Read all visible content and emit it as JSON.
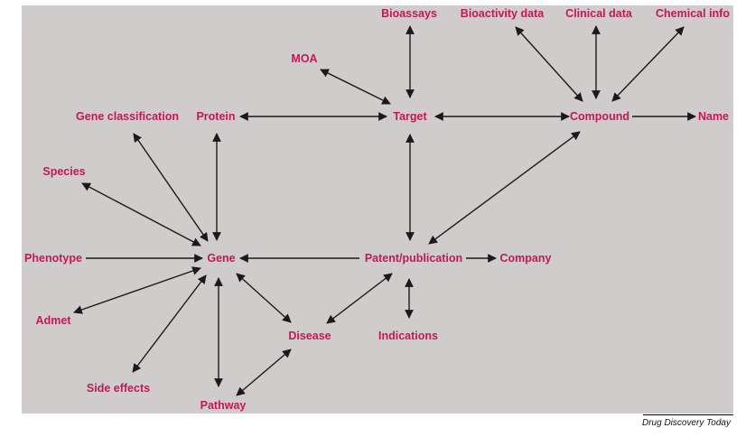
{
  "colors": {
    "label": "#c2185b",
    "edge": "#1a1a1a",
    "panel": "#cfcccb"
  },
  "nodes": [
    {
      "id": "bioassays",
      "label": "Bioassays"
    },
    {
      "id": "bioactivity",
      "label": "Bioactivity data"
    },
    {
      "id": "clinical",
      "label": "Clinical data"
    },
    {
      "id": "chemical",
      "label": "Chemical info"
    },
    {
      "id": "moa",
      "label": "MOA"
    },
    {
      "id": "geneclass",
      "label": "Gene classification"
    },
    {
      "id": "protein",
      "label": "Protein"
    },
    {
      "id": "target",
      "label": "Target"
    },
    {
      "id": "compound",
      "label": "Compound"
    },
    {
      "id": "name",
      "label": "Name"
    },
    {
      "id": "species",
      "label": "Species"
    },
    {
      "id": "phenotype",
      "label": "Phenotype"
    },
    {
      "id": "gene",
      "label": "Gene"
    },
    {
      "id": "patent",
      "label": "Patent/publication"
    },
    {
      "id": "company",
      "label": "Company"
    },
    {
      "id": "admet",
      "label": "Admet"
    },
    {
      "id": "disease",
      "label": "Disease"
    },
    {
      "id": "indications",
      "label": "Indications"
    },
    {
      "id": "sideeffects",
      "label": "Side effects"
    },
    {
      "id": "pathway",
      "label": "Pathway"
    }
  ],
  "edges": [
    {
      "from": "target",
      "to": "bioassays",
      "type": "both"
    },
    {
      "from": "target",
      "to": "moa",
      "type": "both"
    },
    {
      "from": "target",
      "to": "protein",
      "type": "both"
    },
    {
      "from": "target",
      "to": "compound",
      "type": "both"
    },
    {
      "from": "target",
      "to": "patent",
      "type": "both"
    },
    {
      "from": "compound",
      "to": "bioactivity",
      "type": "both"
    },
    {
      "from": "compound",
      "to": "clinical",
      "type": "both"
    },
    {
      "from": "compound",
      "to": "chemical",
      "type": "both"
    },
    {
      "from": "compound",
      "to": "name",
      "type": "forward"
    },
    {
      "from": "patent",
      "to": "compound",
      "type": "both"
    },
    {
      "from": "gene",
      "to": "protein",
      "type": "both"
    },
    {
      "from": "gene",
      "to": "geneclass",
      "type": "both"
    },
    {
      "from": "gene",
      "to": "species",
      "type": "both"
    },
    {
      "from": "phenotype",
      "to": "gene",
      "type": "forward"
    },
    {
      "from": "patent",
      "to": "gene",
      "type": "forward"
    },
    {
      "from": "patent",
      "to": "company",
      "type": "forward"
    },
    {
      "from": "gene",
      "to": "admet",
      "type": "both"
    },
    {
      "from": "gene",
      "to": "sideeffects",
      "type": "both"
    },
    {
      "from": "gene",
      "to": "pathway",
      "type": "both"
    },
    {
      "from": "gene",
      "to": "disease",
      "type": "both"
    },
    {
      "from": "patent",
      "to": "disease",
      "type": "both"
    },
    {
      "from": "patent",
      "to": "indications",
      "type": "both"
    },
    {
      "from": "disease",
      "to": "pathway",
      "type": "both"
    }
  ],
  "source": "Drug Discovery Today"
}
